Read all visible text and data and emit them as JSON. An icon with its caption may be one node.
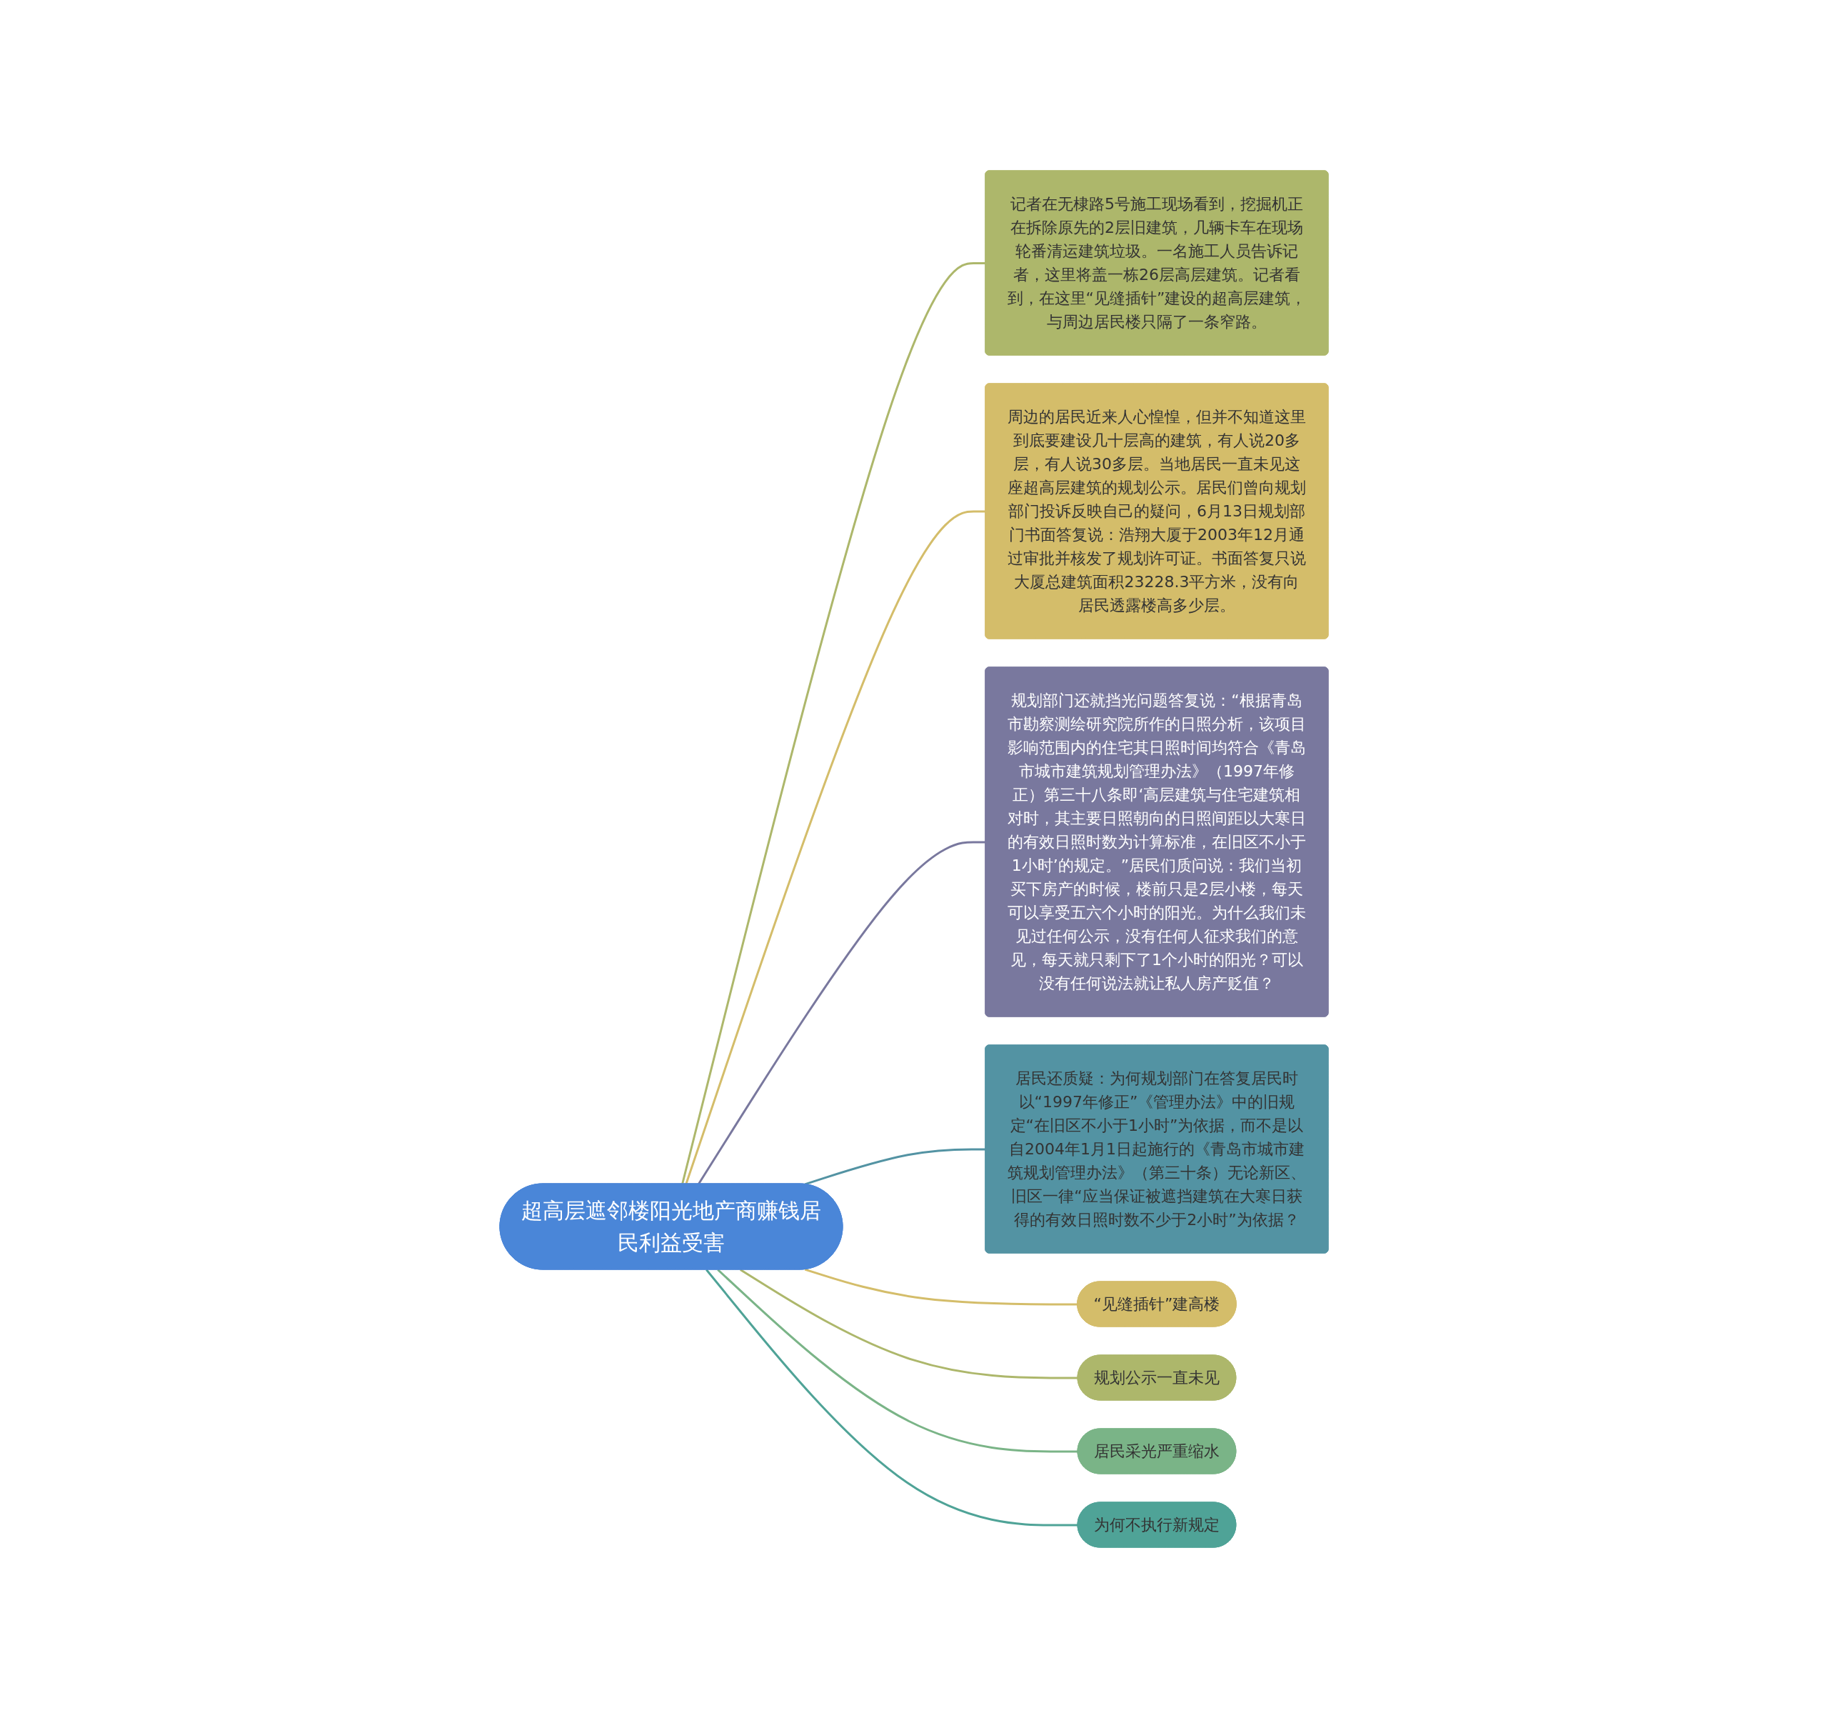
{
  "diagram": {
    "nodes": [
      {
        "text": [
          "超高层遮邻楼阳光地产商赚钱居民利益受害"
        ]
      },
      {
        "text": [
          "记者在无棣路5号施工现场看到，挖掘机正在拆除原先的2层旧建筑，几辆卡车在现场轮番清运建筑垃圾。一名施工人员告诉记者，这里将盖一栋26层高层建筑。记者看到，在这里“见缝插针”建设的超高层建筑，与周边居民楼只隔了一条窄路。"
        ]
      },
      {
        "text": [
          "周边的居民近来人心惶惶，但并不知道这里到底要建设几十层高的建筑，有人说20多层，有人说30多层。当地居民一直未见这座超高层建筑的规划公示。居民们曾向规划部门投诉反映自己的疑问，6月13日规划部门书面答复说：浩翔大厦于2003年12月通过审批并核发了规划许可证。书面答复只说大厦总建筑面积23228.3平方米，没有向居民透露楼高多少层。"
        ]
      },
      {
        "text": [
          "规划部门还就挡光问题答复说：“根据青岛市勘察测绘研究院所作的日照分析，该项目影响范围内的住宅其日照时间均符合《青岛市城市建筑规划管理办法》（1997年修正）第三十八条即‘高层建筑与住宅建筑相对时，其主要日照朝向的日照间距以大寒日的有效日照时数为计算标准，在旧区不小于1小时’的规定。”居民们质问说：我们当初买下房产的时候，楼前只是2层小楼，每天可以享受五六个小时的阳光。为什么我们未见过任何公示，没有任何人征求我们的意见，每天就只剩下了1个小时的阳光？可以没有任何说法就让私人房产贬值？"
        ]
      },
      {
        "text": [
          "居民还质疑：为何规划部门在答复居民时以“1997年修正”《管理办法》中的旧规定“在旧区不小于1小时”为依据，而不是以自2004年1月1日起施行的《青岛市城市建筑规划管理办法》（第三十条）无论新区、旧区一律“应当保证被遮挡建筑在大寒日获得的有效日照时数不少于2小时”为依据？"
        ]
      },
      {
        "text": [
          "“见缝插针”建高楼"
        ]
      },
      {
        "text": [
          "规划公示一直未见"
        ]
      },
      {
        "text": [
          "居民采光严重缩水"
        ]
      },
      {
        "text": [
          "为何不执行新规定"
        ]
      }
    ],
    "edges": [
      {
        "from": 0,
        "to": 1,
        "arrow": "none",
        "color": "#adb76b"
      },
      {
        "from": 0,
        "to": 2,
        "arrow": "none",
        "color": "#d4bd6a"
      },
      {
        "from": 0,
        "to": 3,
        "arrow": "none",
        "color": "#79789e"
      },
      {
        "from": 0,
        "to": 4,
        "arrow": "none",
        "color": "#5393a3"
      },
      {
        "from": 0,
        "to": 5,
        "arrow": "none",
        "color": "#d4bd6a"
      },
      {
        "from": 0,
        "to": 6,
        "arrow": "none",
        "color": "#adb76b"
      },
      {
        "from": 0,
        "to": 7,
        "arrow": "none",
        "color": "#7ab487"
      },
      {
        "from": 0,
        "to": 8,
        "arrow": "none",
        "color": "#4fa397"
      }
    ]
  }
}
